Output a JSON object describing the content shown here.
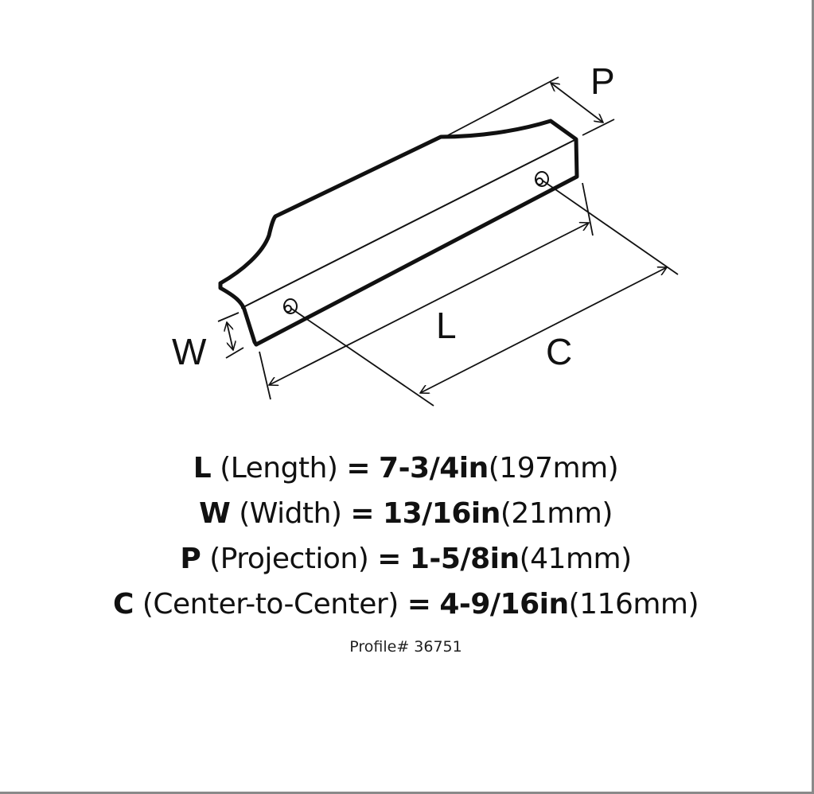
{
  "diagram": {
    "subject": "cabinet edge pull (isometric line drawing)",
    "dimension_labels": {
      "P": "P",
      "W": "W",
      "L": "L",
      "C": "C"
    }
  },
  "specs": [
    {
      "key": "L",
      "name": "(Length)",
      "eq": "=",
      "imperial": "7-3/4in",
      "metric": "(197mm)"
    },
    {
      "key": "W",
      "name": "(Width)",
      "eq": "=",
      "imperial": "13/16in",
      "metric": "(21mm)"
    },
    {
      "key": "P",
      "name": "(Projection)",
      "eq": "=",
      "imperial": "1-5/8in",
      "metric": "(41mm)"
    },
    {
      "key": "C",
      "name": "(Center-to-Center)",
      "eq": "=",
      "imperial": "4-9/16in",
      "metric": "(116mm)"
    }
  ],
  "profile": "Profile# 36751",
  "colors": {
    "line": "#111111",
    "background": "#ffffff",
    "border": "#8a8a8a"
  }
}
